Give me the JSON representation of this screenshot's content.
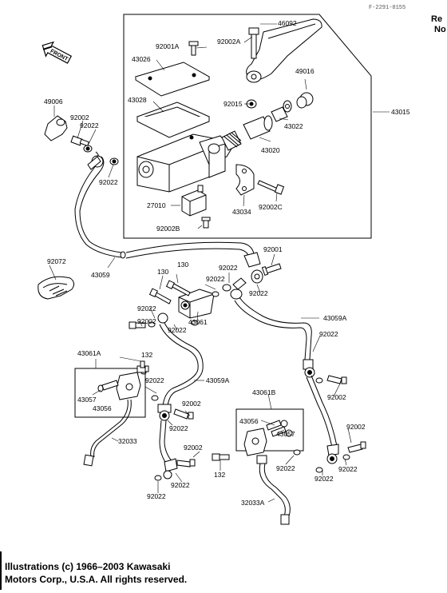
{
  "header": {
    "diagram_code": "F-2291-0155",
    "side_text_1": "Re",
    "side_text_2": "No"
  },
  "front_arrow": {
    "label": "FRONT"
  },
  "copyright": {
    "line1": "Illustrations (c) 1966–2003 Kawasaki",
    "line2": "Motors Corp., U.S.A.  All rights reserved."
  },
  "callouts": [
    {
      "id": "46092",
      "text": "46092"
    },
    {
      "id": "92001a",
      "text": "92001A"
    },
    {
      "id": "92002a",
      "text": "92002A"
    },
    {
      "id": "43026",
      "text": "43026"
    },
    {
      "id": "49016",
      "text": "49016"
    },
    {
      "id": "43028",
      "text": "43028"
    },
    {
      "id": "92015",
      "text": "92015"
    },
    {
      "id": "43022",
      "text": "43022"
    },
    {
      "id": "43015",
      "text": "43015"
    },
    {
      "id": "49006",
      "text": "49006"
    },
    {
      "id": "92002_l",
      "text": "92002"
    },
    {
      "id": "92022_l",
      "text": "92022"
    },
    {
      "id": "43020",
      "text": "43020"
    },
    {
      "id": "92022_l2",
      "text": "92022"
    },
    {
      "id": "27010",
      "text": "27010"
    },
    {
      "id": "43034",
      "text": "43034"
    },
    {
      "id": "92002c",
      "text": "92002C"
    },
    {
      "id": "92002b",
      "text": "92002B"
    },
    {
      "id": "92072",
      "text": "92072"
    },
    {
      "id": "43059",
      "text": "43059"
    },
    {
      "id": "130a",
      "text": "130"
    },
    {
      "id": "130b",
      "text": "130"
    },
    {
      "id": "92001",
      "text": "92001"
    },
    {
      "id": "92022_c1",
      "text": "92022"
    },
    {
      "id": "92022_c2",
      "text": "92022"
    },
    {
      "id": "92022_c3",
      "text": "92022"
    },
    {
      "id": "92022_c4",
      "text": "92022"
    },
    {
      "id": "43061",
      "text": "43061"
    },
    {
      "id": "92022_c5",
      "text": "92022"
    },
    {
      "id": "92002_c",
      "text": "92002"
    },
    {
      "id": "43059a",
      "text": "43059A"
    },
    {
      "id": "43061a",
      "text": "43061A"
    },
    {
      "id": "132a",
      "text": "132"
    },
    {
      "id": "92022_m",
      "text": "92022"
    },
    {
      "id": "43059a_2",
      "text": "43059A"
    },
    {
      "id": "92022_r1",
      "text": "92022"
    },
    {
      "id": "92002_r1",
      "text": "92002"
    },
    {
      "id": "43057a",
      "text": "43057"
    },
    {
      "id": "43056a",
      "text": "43056"
    },
    {
      "id": "92002_m",
      "text": "92002"
    },
    {
      "id": "92022_m2",
      "text": "92022"
    },
    {
      "id": "43061b",
      "text": "43061B"
    },
    {
      "id": "43056b",
      "text": "43056"
    },
    {
      "id": "43057b",
      "text": "43057"
    },
    {
      "id": "32033",
      "text": "32033"
    },
    {
      "id": "92002_m3",
      "text": "92002"
    },
    {
      "id": "92022_m3",
      "text": "92022"
    },
    {
      "id": "92002_r2",
      "text": "92002"
    },
    {
      "id": "92022_r2",
      "text": "92022"
    },
    {
      "id": "92022_r3",
      "text": "92022"
    },
    {
      "id": "132b",
      "text": "132"
    },
    {
      "id": "92022_b",
      "text": "92022"
    },
    {
      "id": "32033a",
      "text": "32033A"
    },
    {
      "id": "92022_r4",
      "text": "92022"
    }
  ]
}
